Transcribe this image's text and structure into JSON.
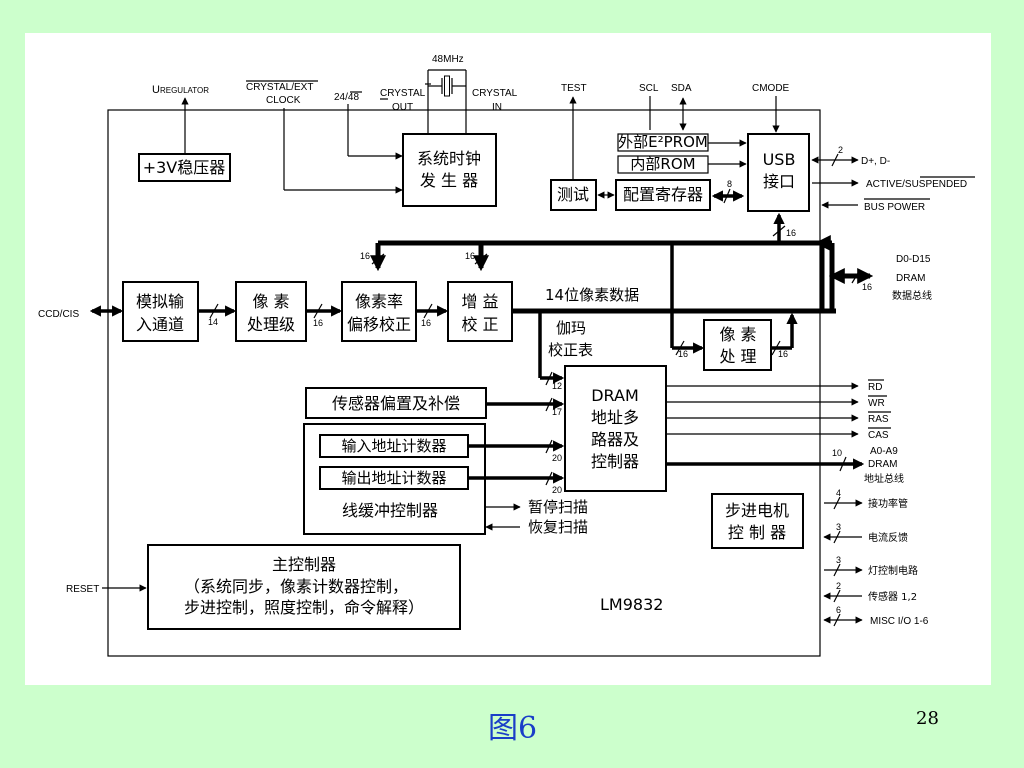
{
  "diagram": {
    "blocks": {
      "regulator": "+3V稳压器",
      "clock_line1": "系统时钟",
      "clock_line2": "发 生 器",
      "test_block": "测试",
      "config_reg": "配置寄存器",
      "ext_prom": "外部E²PROM",
      "int_rom": "内部ROM",
      "usb_line1": "USB",
      "usb_line2": "接口",
      "analog_line1": "模拟输",
      "analog_line2": "入通道",
      "pixel_line1": "像 素",
      "pixel_line2": "处理级",
      "offset_line1": "像素率",
      "offset_line2": "偏移校正",
      "gain_line1": "增 益",
      "gain_line2": "校 正",
      "pixproc_line1": "像 素",
      "pixproc_line2": "处 理",
      "dram_line1": "DRAM",
      "dram_line2": "地址多",
      "dram_line3": "路器及",
      "dram_line4": "控制器",
      "sensor_comp": "传感器偏置及补偿",
      "in_counter": "输入地址计数器",
      "out_counter": "输出地址计数器",
      "line_buffer": "线缓冲控制器",
      "stepper_line1": "步进电机",
      "stepper_line2": "控 制 器",
      "main_title": "主控制器",
      "main_line2": "（系统同步，像素计数器控制，",
      "main_line3": "步进控制，照度控制，命令解释）",
      "chip_name": "LM9832"
    },
    "signals": {
      "regulator": "UREGULATOR",
      "crystal_ext": "CRYSTAL/EXT",
      "clock": "CLOCK",
      "sel_24_48": "24/48",
      "freq": "48MHz",
      "crystal_out_1": "CRYSTAL",
      "crystal_out_2": "OUT",
      "crystal_in_1": "CRYSTAL",
      "crystal_in_2": "IN",
      "test": "TEST",
      "scl": "SCL",
      "sda": "SDA",
      "cmode": "CMODE",
      "usb_data": "D+, D-",
      "active_suspended": "ACTIVE/SUSPENDED",
      "bus_power": "BUS POWER",
      "dram_data_1": "D0-D15",
      "dram_data_2": "DRAM",
      "dram_data_3": "数据总线",
      "ccd_cis": "CCD/CIS",
      "pixel_data_14": "14位像素数据",
      "gamma_1": "伽玛",
      "gamma_2": "校正表",
      "rd": "RD",
      "wr": "WR",
      "ras": "RAS",
      "cas": "CAS",
      "addr_1": "A0-A9",
      "addr_2": "DRAM",
      "addr_3": "地址总线",
      "pause_scan": "暂停扫描",
      "resume_scan": "恢复扫描",
      "power_tube": "接功率管",
      "current_fb": "电流反馈",
      "lamp_ctrl": "灯控制电路",
      "sensor_12": "传感器 1,2",
      "misc_io": "MISC I/O 1-6",
      "reset": "RESET"
    },
    "bus_widths": {
      "w2_usb": "2",
      "w8": "8",
      "w16_usb": "16",
      "w16_a": "16",
      "w16_b": "16",
      "w16_dram": "16",
      "w14": "14",
      "w16_c": "16",
      "w16_d": "16",
      "w16_e": "16",
      "w16_f": "16",
      "w12": "12",
      "w17": "17",
      "w20_a": "20",
      "w20_b": "20",
      "w10": "10",
      "w4": "4",
      "w3_a": "3",
      "w3_b": "3",
      "w2_b": "2",
      "w6": "6"
    }
  },
  "caption": "图6",
  "page_number": "28"
}
